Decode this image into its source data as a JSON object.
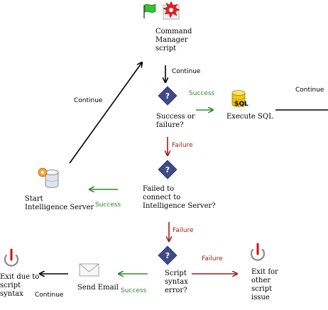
{
  "nodes": {
    "command_manager": "Command\nManager\nscript",
    "decision1": "Success or\nfailure?",
    "execute_sql": "Execute SQL",
    "sql_badge": "SQL",
    "decision2": "Failed to\nconnect to\nIntelligence Server?",
    "start_server": "Start\nIntelligence Server",
    "decision3": "Script\nsyntax\nerror?",
    "exit_other": "Exit for\nother\nscript\nissue",
    "send_email": "Send Email",
    "exit_syntax": "Exit due to\nscript\nsyntax"
  },
  "edges": {
    "continue_top": "Continue",
    "continue_left": "Continue",
    "continue_right": "Continue",
    "continue_bottom": "Continue",
    "success_sql": "Success",
    "failure_1": "Failure",
    "success_start": "Success",
    "failure_2": "Failure",
    "failure_3": "Failure",
    "success_email": "Success"
  },
  "icons": {
    "decision": "question-diamond-icon",
    "exit": "power-icon",
    "email": "envelope-icon",
    "server": "server-icon",
    "database": "database-icon",
    "flag": "green-flag-icon",
    "script": "script-icon"
  },
  "colors": {
    "success": "#2e8b2e",
    "failure": "#a01c1c",
    "neutral": "#000000",
    "diamond": "#3f4a86"
  }
}
